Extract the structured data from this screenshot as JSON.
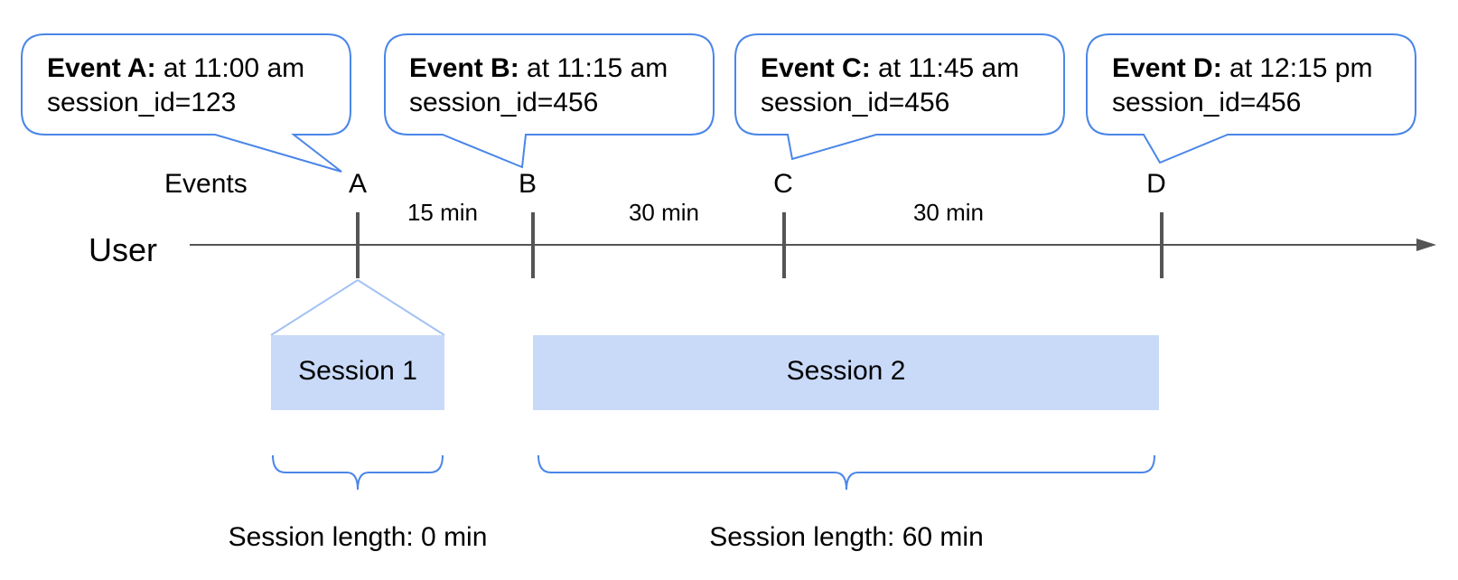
{
  "callouts": [
    {
      "name": "Event A:",
      "time": " at 11:00 am",
      "session": "session_id=123"
    },
    {
      "name": "Event B:",
      "time": " at 11:15 am",
      "session": "session_id=456"
    },
    {
      "name": "Event C:",
      "time": " at 11:45 am",
      "session": "session_id=456"
    },
    {
      "name": "Event D:",
      "time": " at 12:15 pm",
      "session": "session_id=456"
    }
  ],
  "timeline": {
    "events_label": "Events",
    "user_label": "User",
    "markers": [
      "A",
      "B",
      "C",
      "D"
    ],
    "gaps": [
      "15 min",
      "30 min",
      "30 min"
    ]
  },
  "sessions": [
    {
      "label": "Session 1",
      "length": "Session length: 0 min"
    },
    {
      "label": "Session 2",
      "length": "Session length: 60 min"
    }
  ],
  "colors": {
    "callout_border": "#4a86e8",
    "session_fill": "#c9daf8",
    "brace": "#4a86e8",
    "timeline": "#555555"
  }
}
